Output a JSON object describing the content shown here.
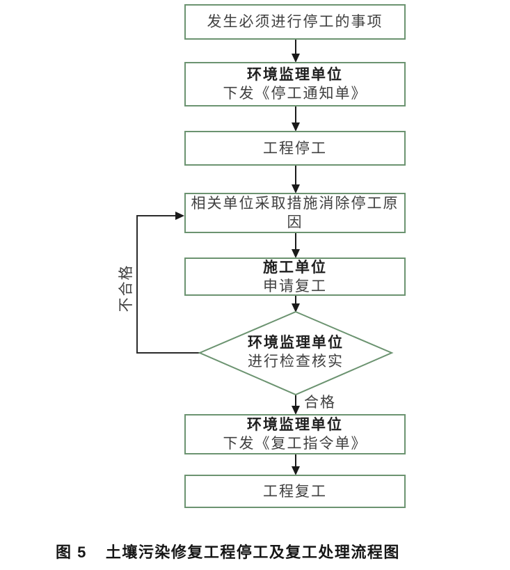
{
  "figure": {
    "caption": {
      "label": "图 5",
      "title": "土壤污染修复工程停工及复工处理流程图"
    }
  },
  "diagram": {
    "type": "flowchart",
    "colors": {
      "node_border": "#6b9370",
      "connector": "#222222",
      "node_text": "#404040",
      "node_title_text": "#1f1f1f",
      "caption_text": "#161616",
      "background": "#ffffff"
    },
    "nodes": {
      "stop_event": {
        "text": "发生必须进行停工的事项"
      },
      "issue_stop_notice": {
        "title": "环境监理单位",
        "subtitle": "下发《停工通知单》"
      },
      "project_stop": {
        "text": "工程停工"
      },
      "eliminate_cause": {
        "text": "相关单位采取措施消除停工原因"
      },
      "apply_resume": {
        "title": "施工单位",
        "subtitle": "申请复工"
      },
      "inspect_verify": {
        "title": "环境监理单位",
        "subtitle": "进行检查核实"
      },
      "issue_resume_order": {
        "title": "环境监理单位",
        "subtitle": "下发《复工指令单》"
      },
      "project_resume": {
        "text": "工程复工"
      }
    },
    "edge_labels": {
      "pass": "合格",
      "fail": "不合格"
    }
  }
}
